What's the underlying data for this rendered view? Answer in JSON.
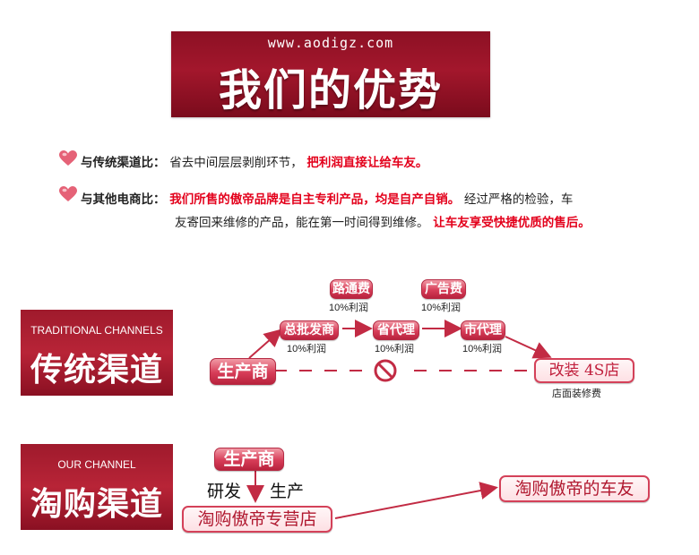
{
  "header": {
    "url": "www.aodigz.com",
    "title": "我们的优势"
  },
  "advantages": {
    "line1": {
      "label": "与传统渠道比：",
      "text": "省去中间层层剥削环节，",
      "highlight": "把利润直接让给车友。"
    },
    "line2": {
      "label": "与其他电商比：",
      "highlight1": "我们所售的傲帝品牌是自主专利产品，均是自产自销。",
      "text1": "经过严格的检验，车",
      "text2": "友寄回来维修的产品，能在第一时间得到维修。",
      "highlight2": "让车友享受快捷优质的售后。"
    }
  },
  "traditional": {
    "en": "TRADITIONAL CHANNELS",
    "cn": "传统渠道",
    "producer": "生产商",
    "general_agent": "总批发商",
    "general_agent_profit": "10%利润",
    "provincial_agent": "省代理",
    "provincial_agent_profit": "10%利润",
    "city_agent": "市代理",
    "city_agent_profit": "10%利润",
    "road_fee": "路通费",
    "road_fee_profit": "10%利润",
    "ad_fee": "广告费",
    "ad_fee_profit": "10%利润",
    "store": "改装 4S店",
    "store_fee": "店面装修费"
  },
  "ours": {
    "en": "OUR CHANNEL",
    "cn": "淘购渠道",
    "producer": "生产商",
    "rnd": "研发",
    "production": "生产",
    "shop": "淘购傲帝专营店",
    "customer": "淘购傲帝的车友"
  },
  "colors": {
    "brand_red": "#a3172c",
    "highlight_red": "#e3001b",
    "pill_pink": "#d73d58"
  }
}
